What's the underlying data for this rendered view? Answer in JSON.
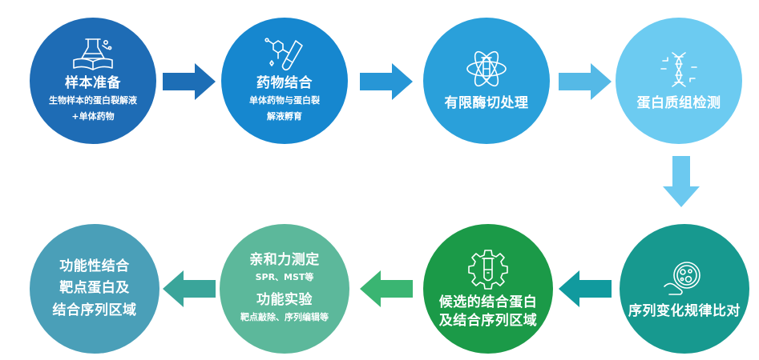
{
  "steps": [
    {
      "title": "样本准备",
      "sub1": "生物样本的蛋白裂解液",
      "sub2": "+单体药物",
      "icon": "book-flask-icon",
      "color": "#1e6cb5"
    },
    {
      "title": "药物结合",
      "sub1": "单体药物与蛋白裂",
      "sub2": "解液孵育",
      "icon": "molecule-testtube-icon",
      "color": "#1687cf"
    },
    {
      "title": "有限酶切处理",
      "icon": "atom-testtube-icon",
      "color": "#2aa0da"
    },
    {
      "title": "蛋白质组检测",
      "icon": "dna-icon",
      "color": "#6ccbf1"
    },
    {
      "title": "序列变化规律比对",
      "icon": "petri-dish-icon",
      "color": "#17998f"
    },
    {
      "title1": "候选的结合蛋白",
      "title2": "及结合序列区域",
      "icon": "gear-testtube-icon",
      "color": "#1b9a48"
    },
    {
      "title": "亲和力测定",
      "sub1": "SPR、MST等",
      "title_b": "功能实验",
      "sub2": "靶点敲除、序列编辑等",
      "color": "#5cb89b"
    },
    {
      "title1": "功能性结合",
      "title2": "靶点蛋白及",
      "title3": "结合序列区域",
      "color": "#4a9fb8"
    }
  ],
  "arrow_colors": [
    "#1d6eb6",
    "#2796d6",
    "#55b9e6",
    "#6cc9f0",
    "#119a9e",
    "#3ab572",
    "#3aa59a"
  ]
}
